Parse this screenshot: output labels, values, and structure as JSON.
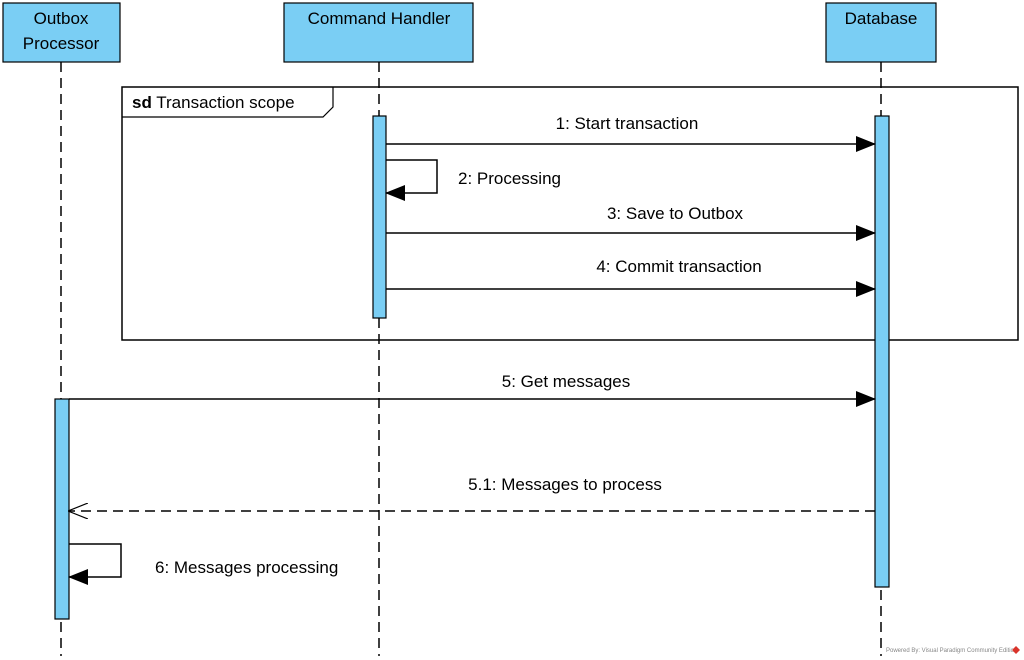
{
  "diagram": {
    "type": "sequence",
    "fill_color": "#7ACEF4",
    "lifelines": [
      {
        "id": "outbox",
        "label_lines": [
          "Outbox",
          "Processor"
        ]
      },
      {
        "id": "handler",
        "label_lines": [
          "Command Handler"
        ]
      },
      {
        "id": "db",
        "label_lines": [
          "Database"
        ]
      }
    ],
    "frame": {
      "keyword": "sd",
      "title": "Transaction scope"
    },
    "messages": [
      {
        "label": "1: Start transaction",
        "from": "handler",
        "to": "db",
        "kind": "sync"
      },
      {
        "label": "2: Processing",
        "from": "handler",
        "to": "handler",
        "kind": "self"
      },
      {
        "label": "3: Save to Outbox",
        "from": "handler",
        "to": "db",
        "kind": "sync"
      },
      {
        "label": "4: Commit transaction",
        "from": "handler",
        "to": "db",
        "kind": "sync"
      },
      {
        "label": "5: Get messages",
        "from": "outbox",
        "to": "db",
        "kind": "sync"
      },
      {
        "label": "5.1: Messages to process",
        "from": "db",
        "to": "outbox",
        "kind": "reply"
      },
      {
        "label": "6: Messages processing",
        "from": "outbox",
        "to": "outbox",
        "kind": "self"
      }
    ],
    "watermark": "Powered By: Visual Paradigm Community Edition"
  }
}
